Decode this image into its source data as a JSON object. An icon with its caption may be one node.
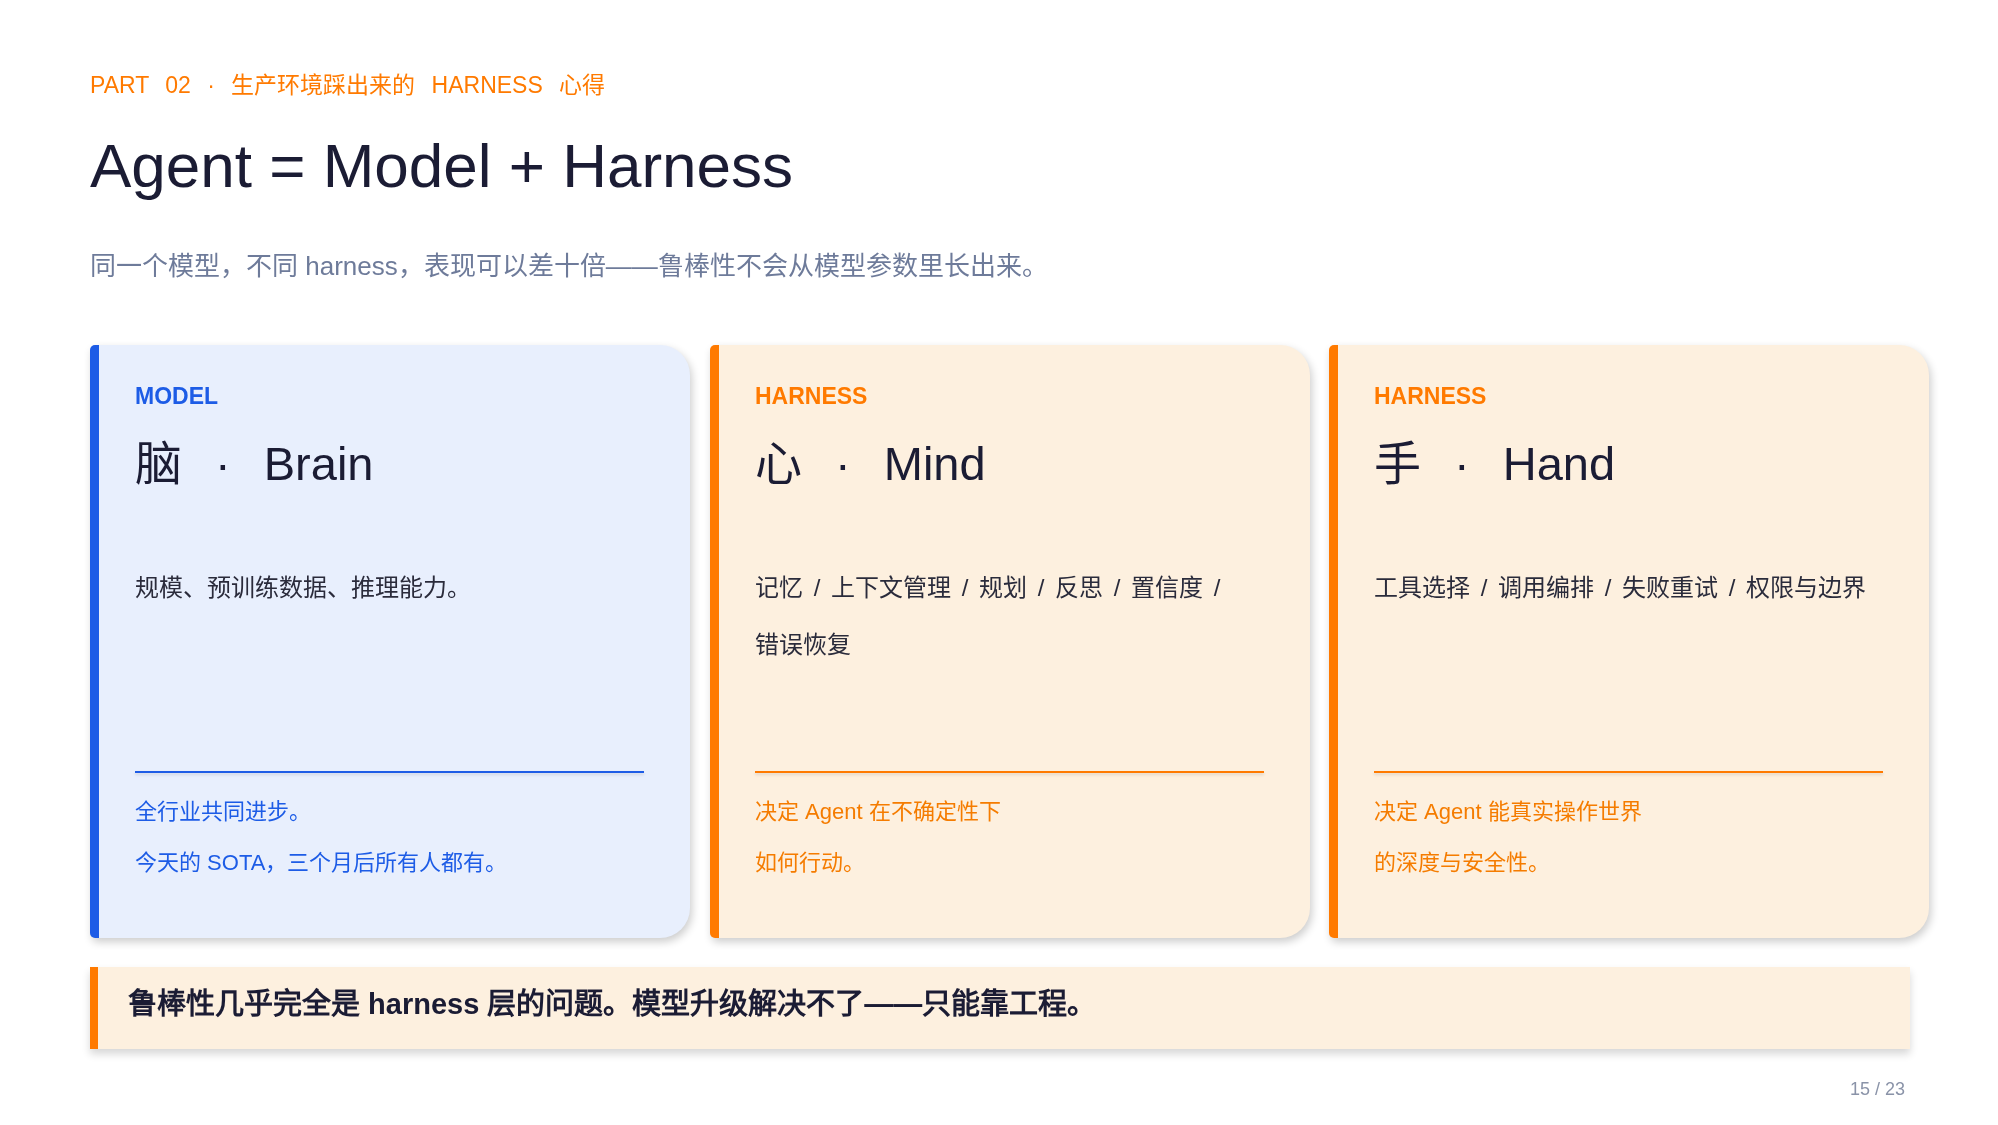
{
  "diagram": {
    "title": "Agent = Model + Harness",
    "nodes": [
      {
        "text": [
          "MODEL",
          "脑 · Brain",
          "规模、预训练数据、推理能力。",
          "全行业共同进步。",
          "今天的 SOTA，三个月后所有人都有。"
        ]
      },
      {
        "text": [
          "HARNESS",
          "心 · Mind",
          "记忆 / 上下文管理 / 规划 / 反思 / 置信度 / 错误恢复",
          "决定 Agent 在不确定性下如何行动。"
        ]
      },
      {
        "text": [
          "HARNESS",
          "手 · Hand",
          "工具选择 / 调用编排 / 失败重试 / 权限与边界",
          "决定 Agent 能真实操作世界的深度与安全性。"
        ]
      },
      {
        "text": [
          "鲁棒性几乎完全是 harness 层的问题。模型升级解决不了——只能靠工程。"
        ]
      }
    ],
    "labels": [
      "PART 02 · 生产环境踩出来的 HARNESS 心得",
      "同一个模型，不同 harness，表现可以差十倍——鲁棒性不会从模型参数里长出来。",
      "15 / 23"
    ]
  }
}
